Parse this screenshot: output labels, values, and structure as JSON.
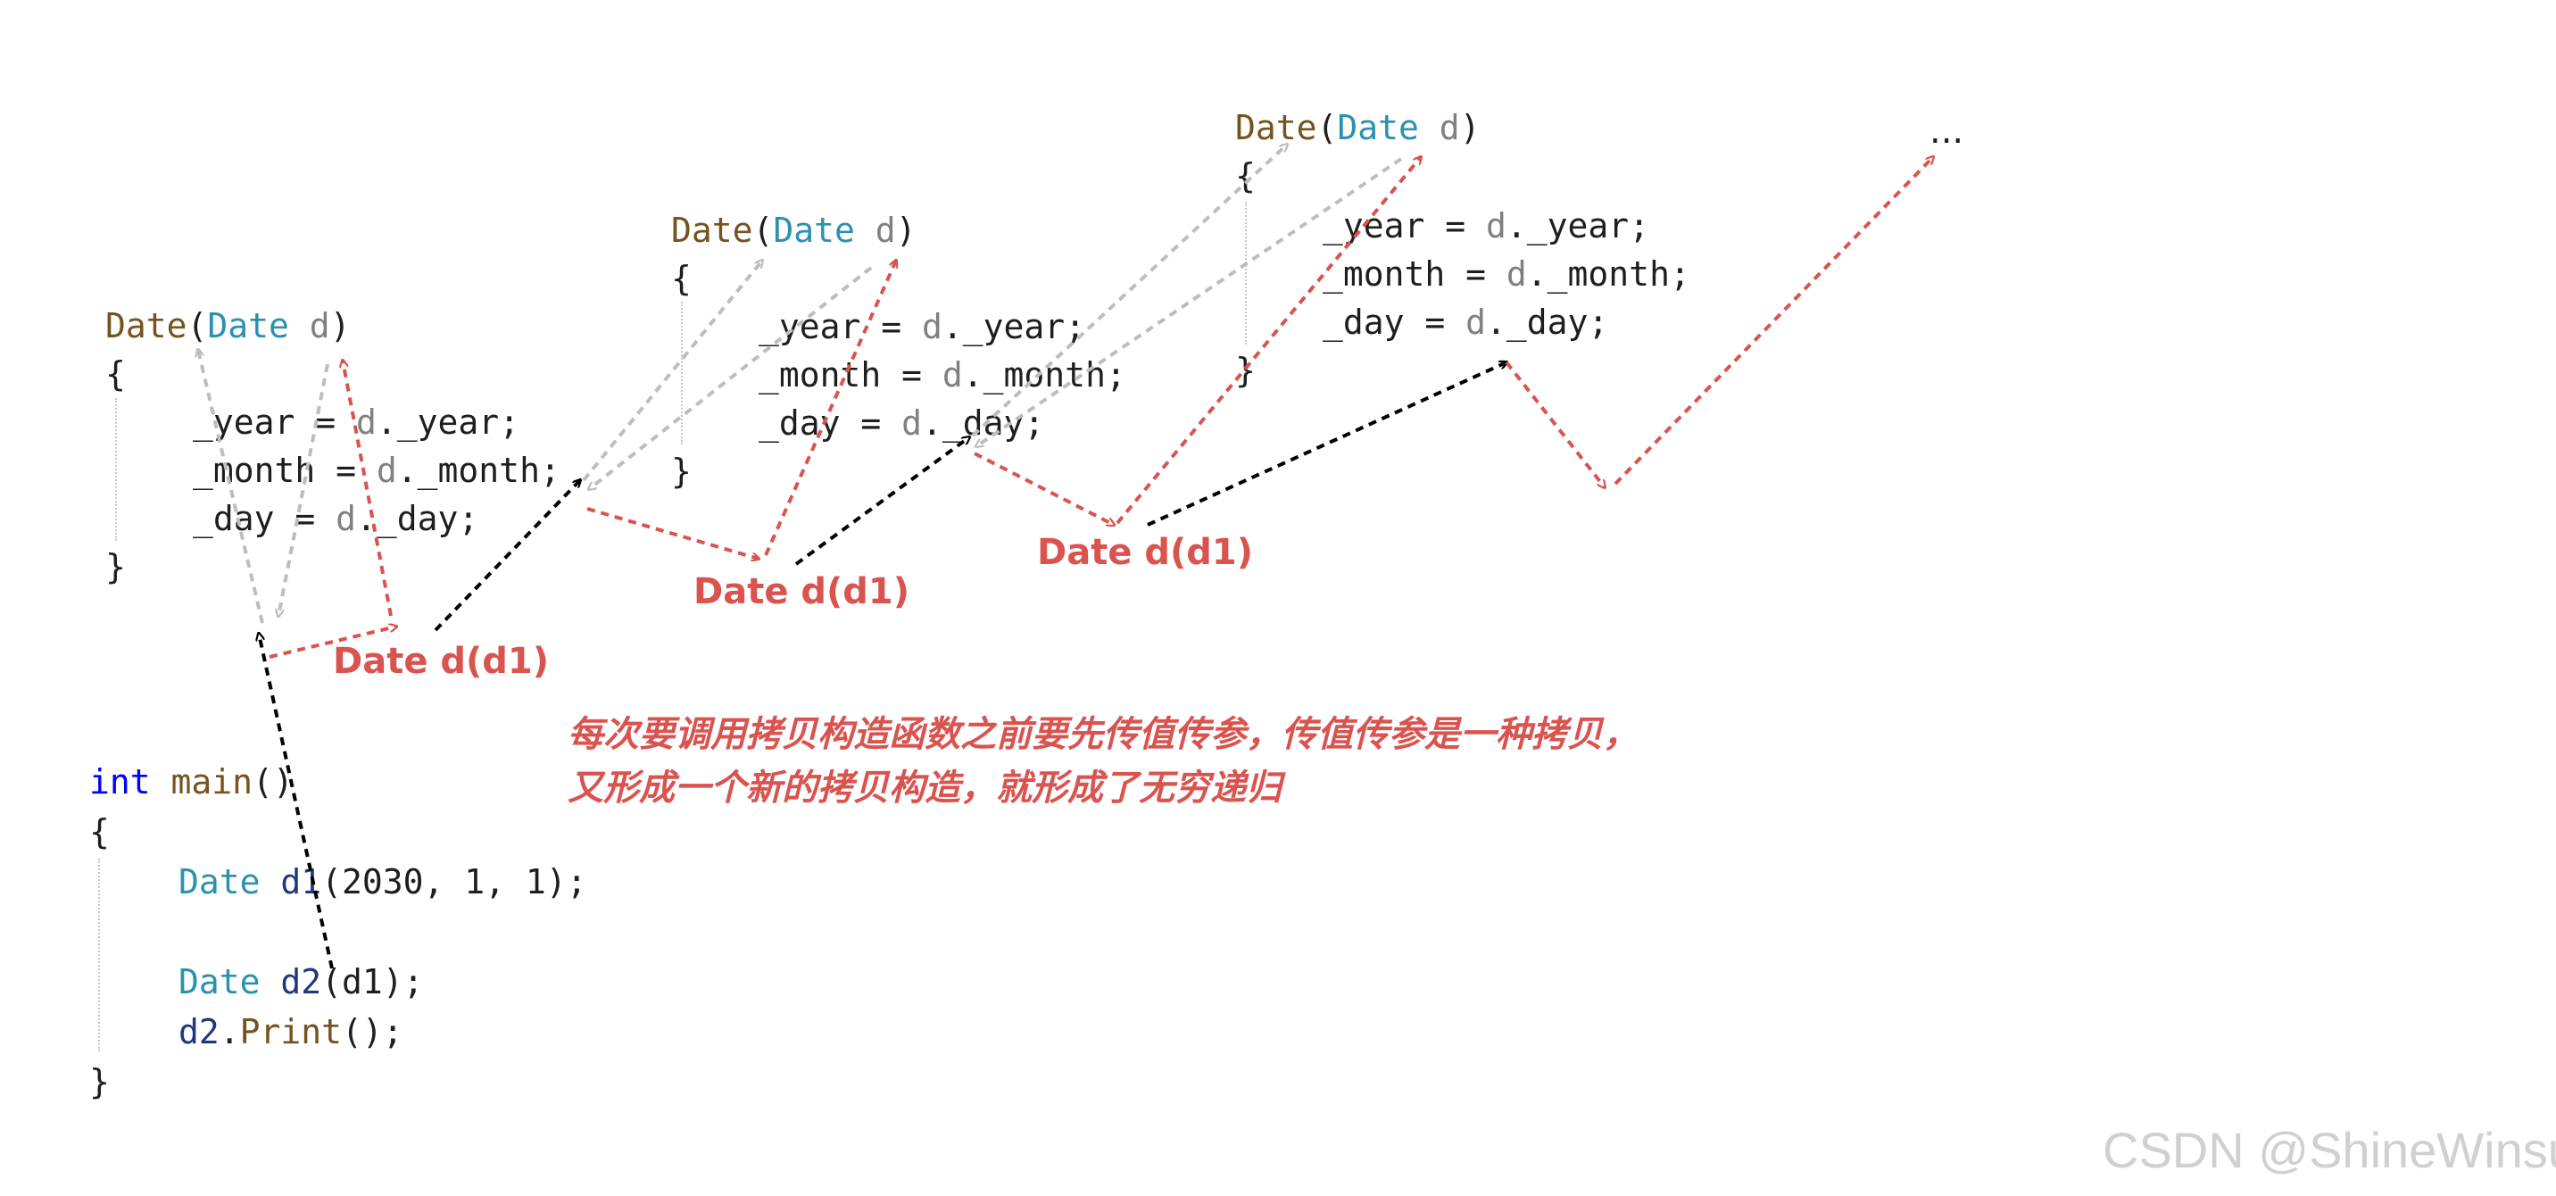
{
  "blocks": [
    {
      "signature": {
        "fn": "Date",
        "open": "(",
        "type": "Date",
        "param": " d",
        "close": ")"
      },
      "open_brace": "{",
      "lines": [
        {
          "lhs": "_year = ",
          "obj": "d",
          "rhs": "._year;"
        },
        {
          "lhs": "_month = ",
          "obj": "d",
          "rhs": "._month;"
        },
        {
          "lhs": "_day = ",
          "obj": "d",
          "rhs": "._day;"
        }
      ],
      "close_brace": "}"
    },
    {
      "signature": {
        "fn": "Date",
        "open": "(",
        "type": "Date",
        "param": " d",
        "close": ")"
      },
      "open_brace": "{",
      "lines": [
        {
          "lhs": "_year = ",
          "obj": "d",
          "rhs": "._year;"
        },
        {
          "lhs": "_month = ",
          "obj": "d",
          "rhs": "._month;"
        },
        {
          "lhs": "_day = ",
          "obj": "d",
          "rhs": "._day;"
        }
      ],
      "close_brace": "}"
    },
    {
      "signature": {
        "fn": "Date",
        "open": "(",
        "type": "Date",
        "param": " d",
        "close": ")"
      },
      "open_brace": "{",
      "lines": [
        {
          "lhs": "_year = ",
          "obj": "d",
          "rhs": "._year;"
        },
        {
          "lhs": "_month = ",
          "obj": "d",
          "rhs": "._month;"
        },
        {
          "lhs": "_day = ",
          "obj": "d",
          "rhs": "._day;"
        }
      ],
      "close_brace": "}"
    }
  ],
  "main": {
    "kw": "int",
    "name": " main",
    "parens": "()",
    "open_brace": "{",
    "line1": {
      "type": "Date",
      "var": " d1",
      "args": "(2030, 1, 1);"
    },
    "line2": {
      "type": "Date",
      "var": " d2",
      "args": "(d1);"
    },
    "line3": {
      "var": "d2",
      "dot": ".",
      "fn": "Print",
      "rest": "();"
    },
    "close_brace": "}"
  },
  "labels": [
    "Date d(d1)",
    "Date d(d1)",
    "Date d(d1)"
  ],
  "note": {
    "line1": "每次要调用拷贝构造函数之前要先传值传参，传值传参是一种拷贝，",
    "line2": "又形成一个新的拷贝构造，就形成了无穷递归"
  },
  "ellipsis": "...",
  "watermark": "CSDN @ShineWinsu",
  "colors": {
    "red": "#d9534f",
    "gray": "#bdbdbd",
    "black": "#000000",
    "function": "#74531f",
    "type": "#2b91af",
    "param": "#808080",
    "keyword": "#0000ff",
    "variable": "#1f377f"
  }
}
